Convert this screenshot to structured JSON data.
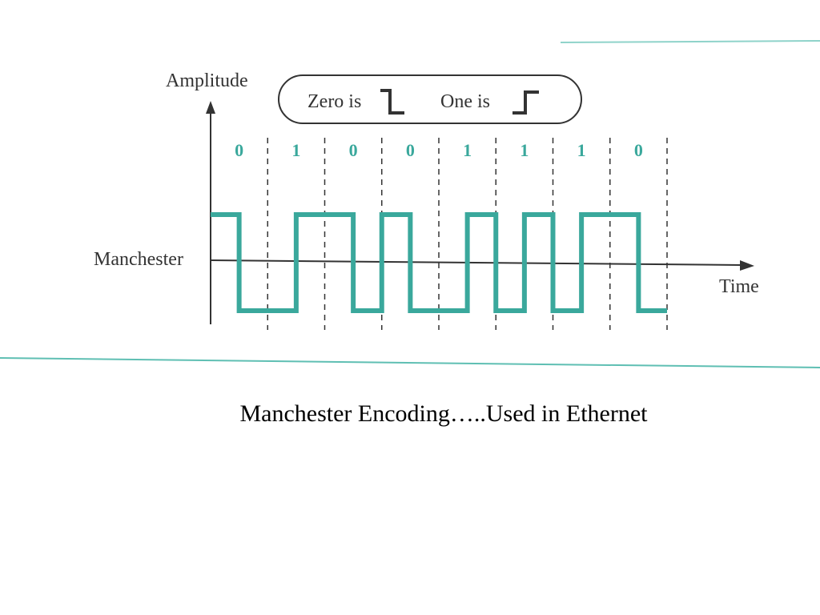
{
  "diagram": {
    "y_axis_label": "Amplitude",
    "x_axis_label": "Time",
    "signal_label": "Manchester",
    "legend": {
      "zero_label": "Zero is",
      "one_label": "One is",
      "zero_symbol": "high-to-low-transition-icon",
      "one_symbol": "low-to-high-transition-icon"
    },
    "bits": [
      "0",
      "1",
      "0",
      "0",
      "1",
      "1",
      "1",
      "0"
    ],
    "colors": {
      "signal": "#3aa89c",
      "accent_line": "#6fc4bb",
      "ink": "#333333"
    }
  },
  "caption": "Manchester Encoding…..Used in Ethernet"
}
